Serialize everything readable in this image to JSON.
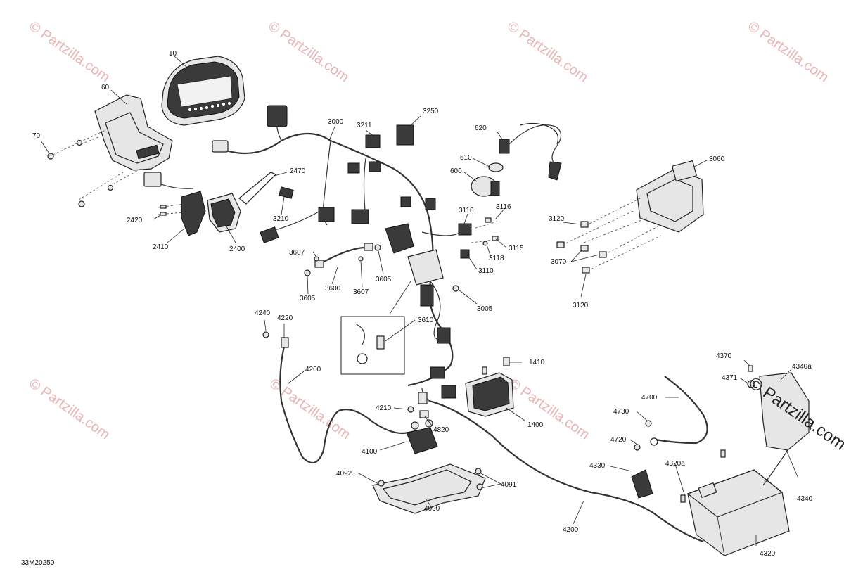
{
  "diagram": {
    "code": "33M20250",
    "watermark_text": "© Partzilla.com",
    "corner_watermark_text": "© Partzilla.com",
    "callouts": {
      "c10": "10",
      "c60": "60",
      "c70": "70",
      "c3000": "3000",
      "c3211": "3211",
      "c3250": "3250",
      "c620": "620",
      "c610": "610",
      "c600": "600",
      "c3060": "3060",
      "c2470": "2470",
      "c2420": "2420",
      "c2410": "2410",
      "c2400": "2400",
      "c3210": "3210",
      "c3110a": "3110",
      "c3116": "3116",
      "c3115": "3115",
      "c3118": "3118",
      "c3110b": "3110",
      "c3120a": "3120",
      "c3070": "3070",
      "c3120b": "3120",
      "c3607a": "3607",
      "c3600": "3600",
      "c3607b": "3607",
      "c3605a": "3605",
      "c3605b": "3605",
      "c3005": "3005",
      "c3610": "3610",
      "c4240": "4240",
      "c4220": "4220",
      "c4200a": "4200",
      "c1410": "1410",
      "c4370": "4370",
      "c4340a": "4340a",
      "c4371": "4371",
      "c4700": "4700",
      "c4210": "4210",
      "c4820": "4820",
      "c1400": "1400",
      "c4730": "4730",
      "c4720": "4720",
      "c4100": "4100",
      "c4092": "4092",
      "c4091": "4091",
      "c4090": "4090",
      "c4330": "4330",
      "c4320a": "4320a",
      "c4340": "4340",
      "c4200b": "4200",
      "c4320": "4320"
    }
  }
}
